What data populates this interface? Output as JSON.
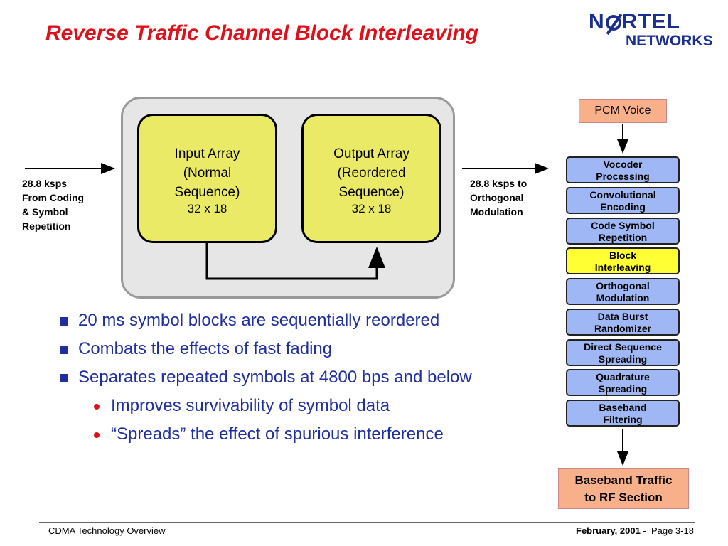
{
  "title": "Reverse Traffic Channel Block Interleaving",
  "logo": {
    "line1_a": "N",
    "line1_b": "RTEL",
    "line2": "NETWORKS"
  },
  "interleaver": {
    "input": {
      "l1": "Input Array",
      "l2": "(Normal",
      "l3": "Sequence)",
      "dim": "32 x 18"
    },
    "output": {
      "l1": "Output Array",
      "l2": "(Reordered",
      "l3": "Sequence)",
      "dim": "32 x 18"
    },
    "left_label": [
      "28.8 ksps",
      "From Coding",
      "& Symbol",
      "Repetition"
    ],
    "right_label": [
      "28.8 ksps to",
      "Orthogonal",
      "Modulation"
    ]
  },
  "chain": {
    "input": "PCM Voice",
    "blocks": [
      {
        "l1": "Vocoder",
        "l2": "Processing"
      },
      {
        "l1": "Convolutional",
        "l2": "Encoding"
      },
      {
        "l1": "Code Symbol",
        "l2": "Repetition"
      },
      {
        "l1": "Block",
        "l2": "Interleaving"
      },
      {
        "l1": "Orthogonal",
        "l2": "Modulation"
      },
      {
        "l1": "Data Burst",
        "l2": "Randomizer"
      },
      {
        "l1": "Direct Sequence",
        "l2": "Spreading"
      },
      {
        "l1": "Quadrature",
        "l2": "Spreading"
      },
      {
        "l1": "Baseband",
        "l2": "Filtering"
      }
    ],
    "active_block": "Block Interleaving",
    "output": {
      "l1": "Baseband Traffic",
      "l2": "to RF Section"
    }
  },
  "bullets": {
    "b1": "20 ms symbol blocks are sequentially reordered",
    "b2": "Combats the effects of fast fading",
    "b3": "Separates repeated symbols at 4800 bps and below",
    "s1": "Improves survivability of symbol data",
    "s2": "“Spreads” the effect of spurious interference"
  },
  "footer": {
    "left": "CDMA Technology Overview",
    "date": "February, 2001",
    "sep": " -  Page ",
    "page": "3-18"
  },
  "colors": {
    "title": "#e0101a",
    "bullet_text": "#1f2fa0",
    "array_fill": "#eaea66",
    "chain_fill": "#9fb8f5",
    "active_fill": "#ffff33",
    "io_fill": "#f8b08a"
  }
}
